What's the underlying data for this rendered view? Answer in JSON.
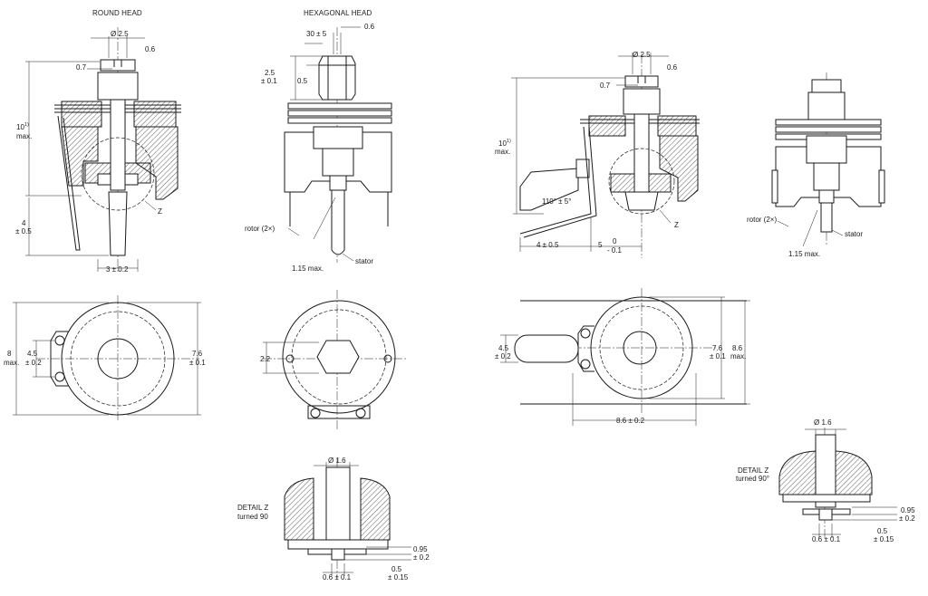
{
  "views": {
    "round_head": {
      "title": "ROUND HEAD",
      "dia_head": "Ø 2.5",
      "slot": "0.6",
      "slot_depth": "0.7",
      "height_line1": "10",
      "height_sup": "1)",
      "height_line2": "max.",
      "pin_line1": "4",
      "pin_line2": "± 0.5",
      "detail_ref": "Z",
      "pin_width": "3 ± 0.2"
    },
    "hexagonal_head": {
      "title": "HEXAGONAL HEAD",
      "angle_line": "30",
      "angle_tol": "± 5",
      "slot": "0.6",
      "head_line1": "2.5",
      "head_line2": "± 0.1",
      "flat": "0.5",
      "rotor": "rotor (2×)",
      "lead": "1.15 max.",
      "stator": "stator"
    },
    "side_mount": {
      "dia_head": "Ø 2.5",
      "slot": "0.6",
      "slot_depth": "0.7",
      "height_line1": "10",
      "height_sup": "1)",
      "height_line2": "max.",
      "angle": "110° ± 5°",
      "offset": "4 ± 0.5",
      "spacing": "5",
      "spacing_tol_top": "0",
      "spacing_tol_bottom": "- 0.1",
      "detail_ref": "Z"
    },
    "side_mount_end": {
      "rotor": "rotor (2×)",
      "lead": "1.15 max.",
      "stator": "stator"
    },
    "round_top": {
      "outer_line1": "8",
      "outer_line2": "max.",
      "inner_line1": "4.5",
      "inner_line2": "± 0.2",
      "dia_line1": "7.6",
      "dia_line2": "± 0.1"
    },
    "hex_top": {
      "across_flats": "2.2"
    },
    "side_top": {
      "inner_line1": "4.5",
      "inner_line2": "± 0.2",
      "dia_line1": "7.6",
      "dia_line2": "± 0.1",
      "outer_line1": "8.6",
      "outer_line2": "max.",
      "length": "8.6 ± 0.2"
    },
    "detail_z_1": {
      "dia": "Ø 1.6",
      "title": "DETAIL Z",
      "subtitle": "turned 90",
      "h1_line1": "0.95",
      "h1_line2": "± 0.2",
      "h2_line1": "0.5",
      "h2_line2": "± 0.15",
      "pin": "0.6 ± 0.1"
    },
    "detail_z_2": {
      "dia": "Ø 1.6",
      "title": "DETAIL Z",
      "subtitle": "turned 90°",
      "h1_line1": "0.95",
      "h1_line2": "± 0.2",
      "h2_line1": "0.5",
      "h2_line2": "± 0.15",
      "pin": "0.6 ± 0.1"
    }
  }
}
